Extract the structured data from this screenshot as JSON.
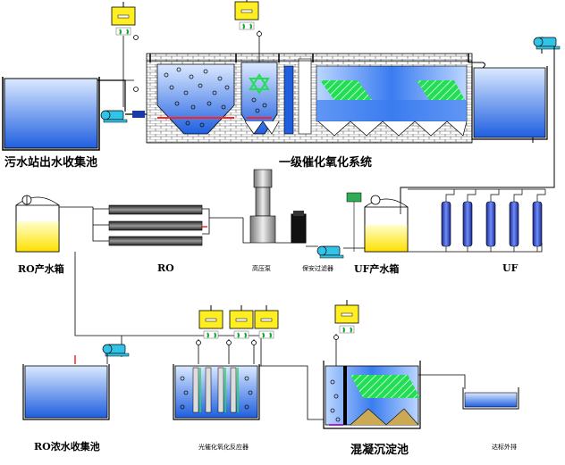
{
  "labels": {
    "sewage_tank": "污水站出水收集池",
    "catalytic_oxidation": "一级催化氧化系统",
    "ro_product_tank": "RO产水箱",
    "ro": "RO",
    "hp_pump": "高压泵",
    "security_filter": "保安过滤器",
    "uf_product_tank": "UF产水箱",
    "uf": "UF",
    "ro_concentrate_tank": "RO浓水收集池",
    "photoelectric_reactor": "光催化氧化反应器",
    "coag_sed_tank": "混凝沉淀池",
    "discharge": "达标外排"
  },
  "colors": {
    "water_blue": "#2f6fe8",
    "water_light": "#bcd6ff",
    "media_green": "#22dd55",
    "yellow_liquid": "#ffee22",
    "pump_cyan": "#33c3e6",
    "brick": "#ffffff",
    "red_flow": "#ff2222",
    "pipe": "#000000"
  },
  "icons": [
    "dosing-tank-icon",
    "pump-icon",
    "valve-icon",
    "membrane-icon",
    "filter-icon"
  ]
}
